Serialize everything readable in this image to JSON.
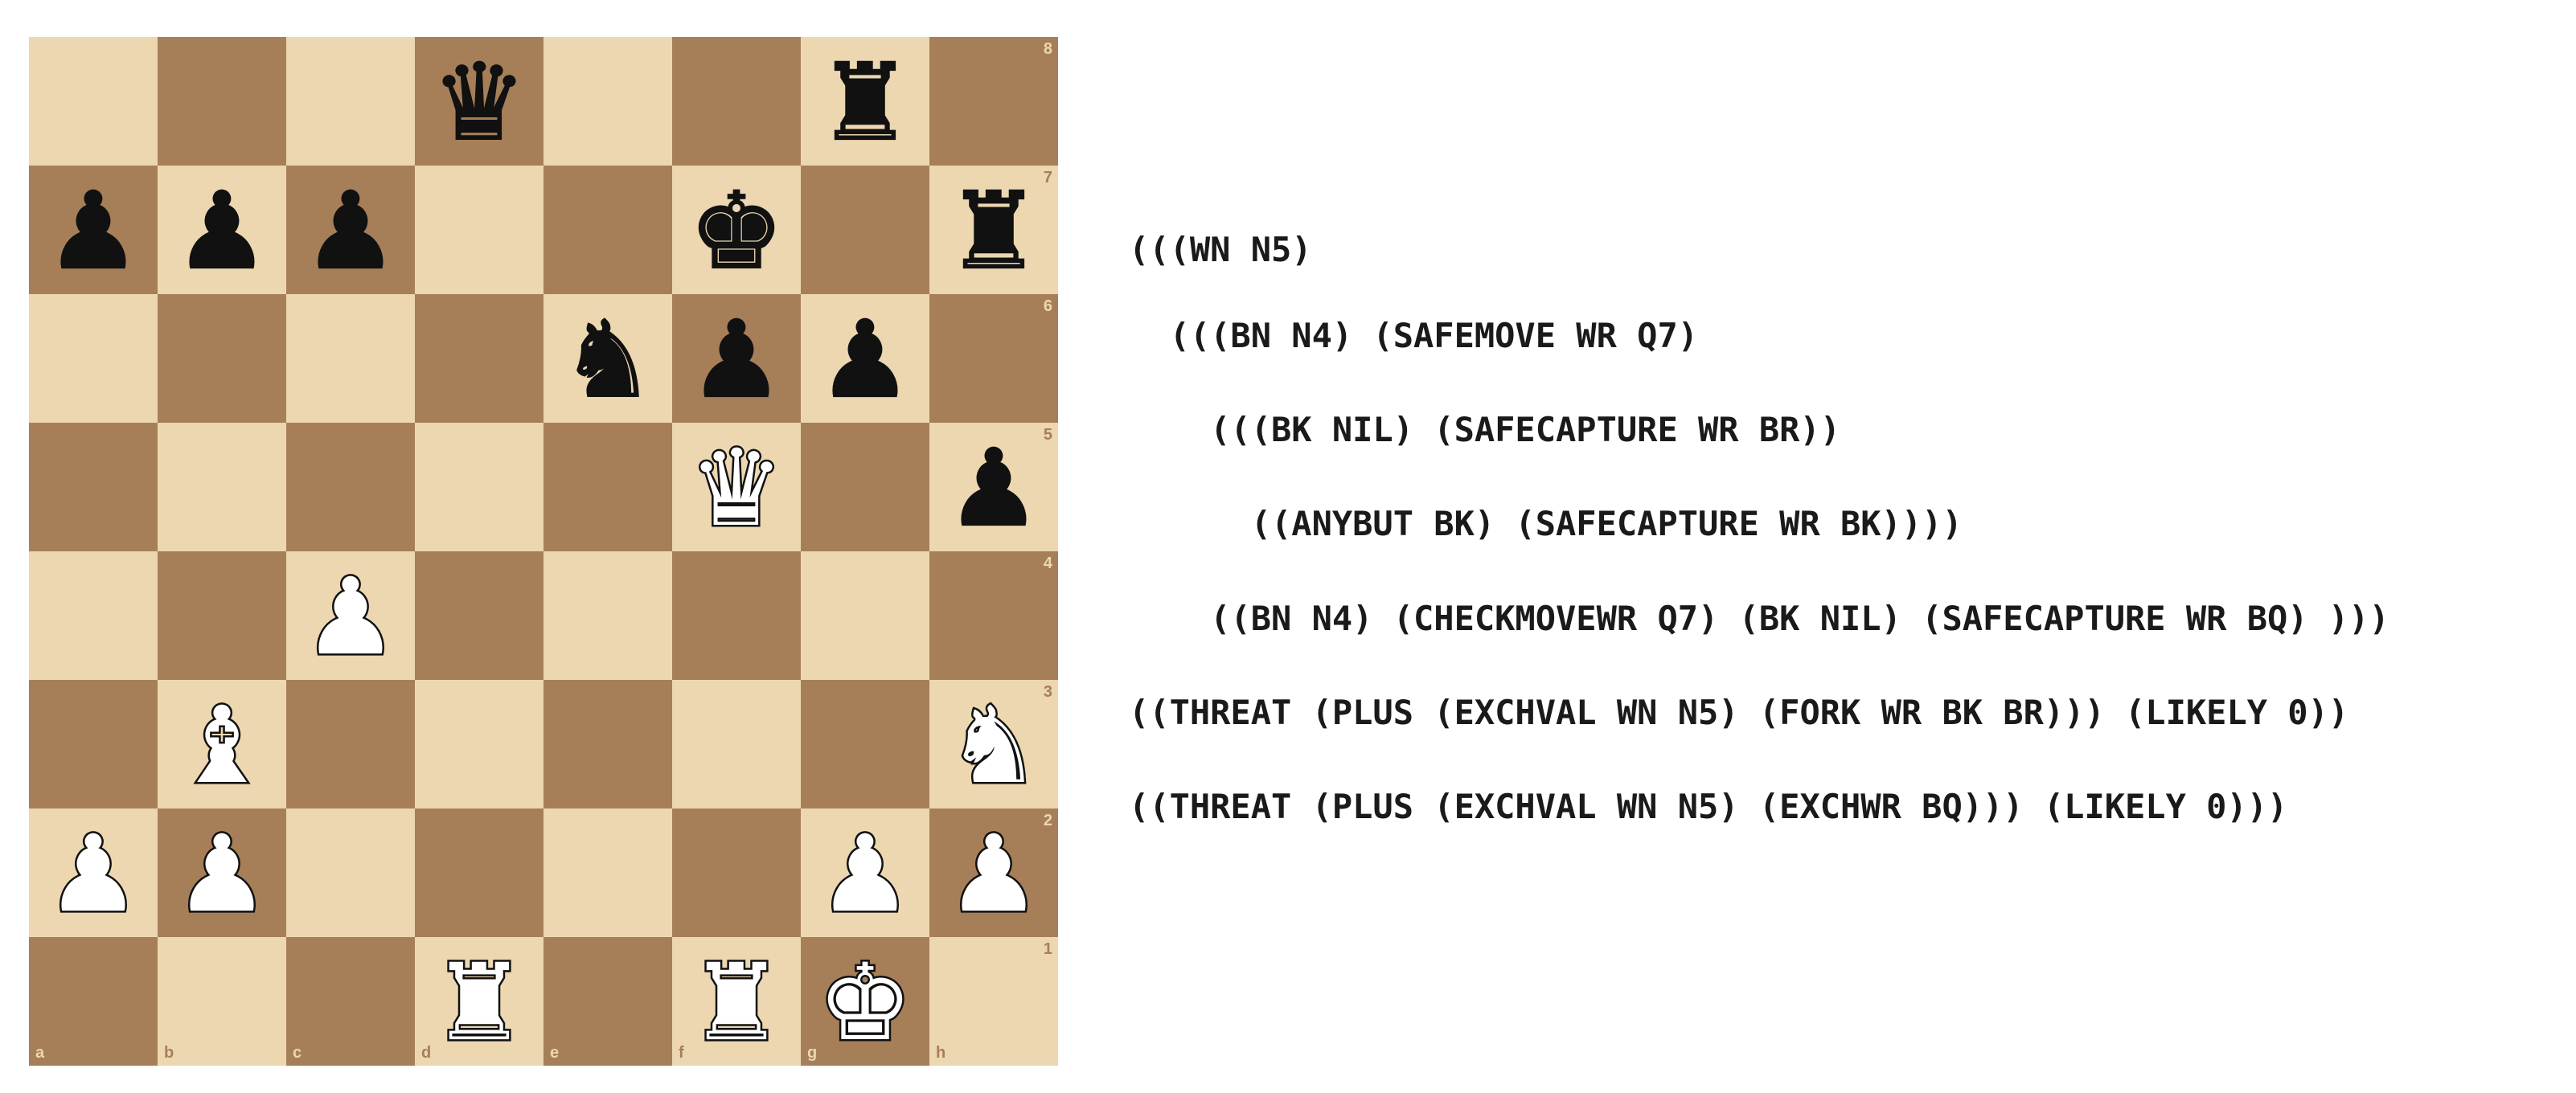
{
  "board": {
    "files": [
      "a",
      "b",
      "c",
      "d",
      "e",
      "f",
      "g",
      "h"
    ],
    "ranks": [
      "8",
      "7",
      "6",
      "5",
      "4",
      "3",
      "2",
      "1"
    ],
    "pieces": [
      {
        "square": "d8",
        "color": "black",
        "type": "queen"
      },
      {
        "square": "g8",
        "color": "black",
        "type": "rook"
      },
      {
        "square": "a7",
        "color": "black",
        "type": "pawn"
      },
      {
        "square": "b7",
        "color": "black",
        "type": "pawn"
      },
      {
        "square": "c7",
        "color": "black",
        "type": "pawn"
      },
      {
        "square": "f7",
        "color": "black",
        "type": "king"
      },
      {
        "square": "h7",
        "color": "black",
        "type": "rook"
      },
      {
        "square": "e6",
        "color": "black",
        "type": "knight"
      },
      {
        "square": "f6",
        "color": "black",
        "type": "pawn"
      },
      {
        "square": "g6",
        "color": "black",
        "type": "pawn"
      },
      {
        "square": "f5",
        "color": "white",
        "type": "queen"
      },
      {
        "square": "h5",
        "color": "black",
        "type": "pawn"
      },
      {
        "square": "c4",
        "color": "white",
        "type": "pawn"
      },
      {
        "square": "b3",
        "color": "white",
        "type": "bishop"
      },
      {
        "square": "h3",
        "color": "white",
        "type": "knight"
      },
      {
        "square": "a2",
        "color": "white",
        "type": "pawn"
      },
      {
        "square": "b2",
        "color": "white",
        "type": "pawn"
      },
      {
        "square": "g2",
        "color": "white",
        "type": "pawn"
      },
      {
        "square": "h2",
        "color": "white",
        "type": "pawn"
      },
      {
        "square": "d1",
        "color": "white",
        "type": "rook"
      },
      {
        "square": "f1",
        "color": "white",
        "type": "rook"
      },
      {
        "square": "g1",
        "color": "white",
        "type": "king"
      }
    ],
    "colors": {
      "light_square": "#ecd7b1",
      "dark_square": "#a67f58"
    }
  },
  "analysis": {
    "lines": [
      "(((WN N5)",
      "  (((BN N4) (SAFEMOVE WR Q7)",
      "    (((BK NIL) (SAFECAPTURE WR BR))",
      "      ((ANYBUT BK) (SAFECAPTURE WR BK))))",
      "    ((BN N4) (CHECKMOVEWR Q7) (BK NIL) (SAFECAPTURE WR BQ) )))",
      "((THREAT (PLUS (EXCHVAL WN N5) (FORK WR BK BR))) (LIKELY 0))",
      "((THREAT (PLUS (EXCHVAL WN N5) (EXCHWR BQ))) (LIKELY 0)))"
    ]
  }
}
